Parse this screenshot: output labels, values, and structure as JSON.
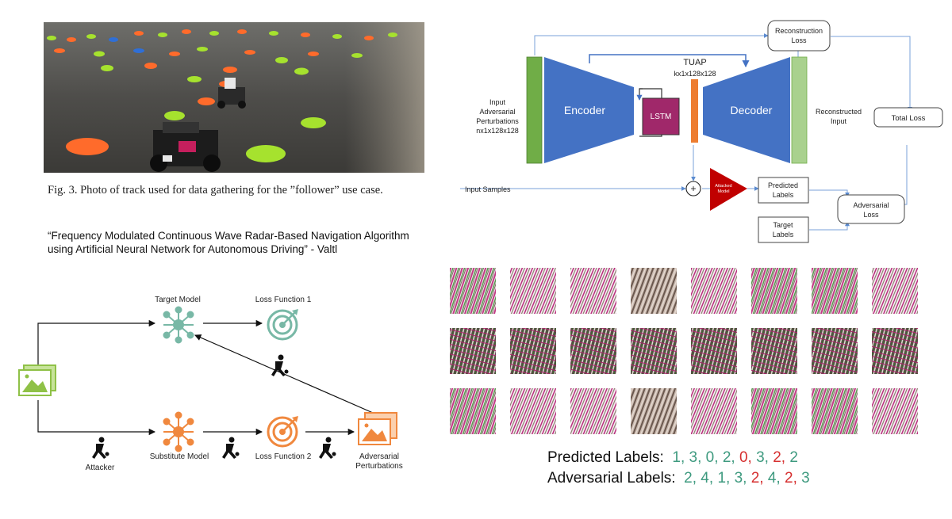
{
  "photo_caption": "Fig. 3.   Photo of track used for data gathering for the ”follower” use case.",
  "paper_quote": {
    "line1": "“Frequency Modulated Continuous Wave Radar-Based Navigation Algorithm",
    "line2": "using Artificial Neural Network for Autonomous Driving” - Valtl"
  },
  "architecture": {
    "reconstruction_loss_1": "Reconstruction",
    "reconstruction_loss_2": "Loss",
    "tuap_title": "TUAP",
    "tuap_dims": "kx1x128x128",
    "input_adv_1": "Input",
    "input_adv_2": "Adversarial",
    "input_adv_3": "Perturbations",
    "input_adv_4": "nx1x128x128",
    "encoder": "Encoder",
    "lstm": "LSTM",
    "decoder": "Decoder",
    "reconstructed_1": "Reconstructed",
    "reconstructed_2": "Input",
    "total_loss": "Total Loss",
    "input_samples": "Input Samples",
    "plus": "+",
    "attacked_1": "Attacked",
    "attacked_2": "Model",
    "predicted_1": "Predicted",
    "predicted_2": "Labels",
    "adversarial_loss_1": "Adversarial",
    "adversarial_loss_2": "Loss",
    "target_1": "Target",
    "target_2": "Labels"
  },
  "attack_flow": {
    "target_model": "Target Model",
    "loss_function_1": "Loss Function 1",
    "attacker": "Attacker",
    "substitute_model": "Substitute Model",
    "loss_function_2": "Loss Function 2",
    "adversarial_1": "Adversarial",
    "adversarial_2": "Perturbations"
  },
  "results": {
    "predicted_label_title": "Predicted Labels:",
    "adversarial_label_title": "Adversarial Labels:",
    "predicted": [
      {
        "v": "1",
        "flag": false
      },
      {
        "v": "3",
        "flag": false
      },
      {
        "v": "0",
        "flag": false
      },
      {
        "v": "2",
        "flag": false
      },
      {
        "v": "0",
        "flag": true
      },
      {
        "v": "3",
        "flag": false
      },
      {
        "v": "2",
        "flag": true
      },
      {
        "v": "2",
        "flag": false
      }
    ],
    "adversarial": [
      {
        "v": "2",
        "flag": false
      },
      {
        "v": "4",
        "flag": false
      },
      {
        "v": "1",
        "flag": false
      },
      {
        "v": "3",
        "flag": false
      },
      {
        "v": "2",
        "flag": true
      },
      {
        "v": "4",
        "flag": false
      },
      {
        "v": "2",
        "flag": true
      },
      {
        "v": "3",
        "flag": false
      }
    ]
  },
  "colors": {
    "encoder_blue": "#4472c4",
    "input_green": "#70ad47",
    "tuap_orange": "#ed7d31",
    "lstm_purple": "#a0286a",
    "attacked_red": "#c00000",
    "teal_icon": "#78b8a6",
    "orange_icon": "#f0883e",
    "label_green": "#3e9a7f",
    "label_red": "#d62f2f"
  }
}
